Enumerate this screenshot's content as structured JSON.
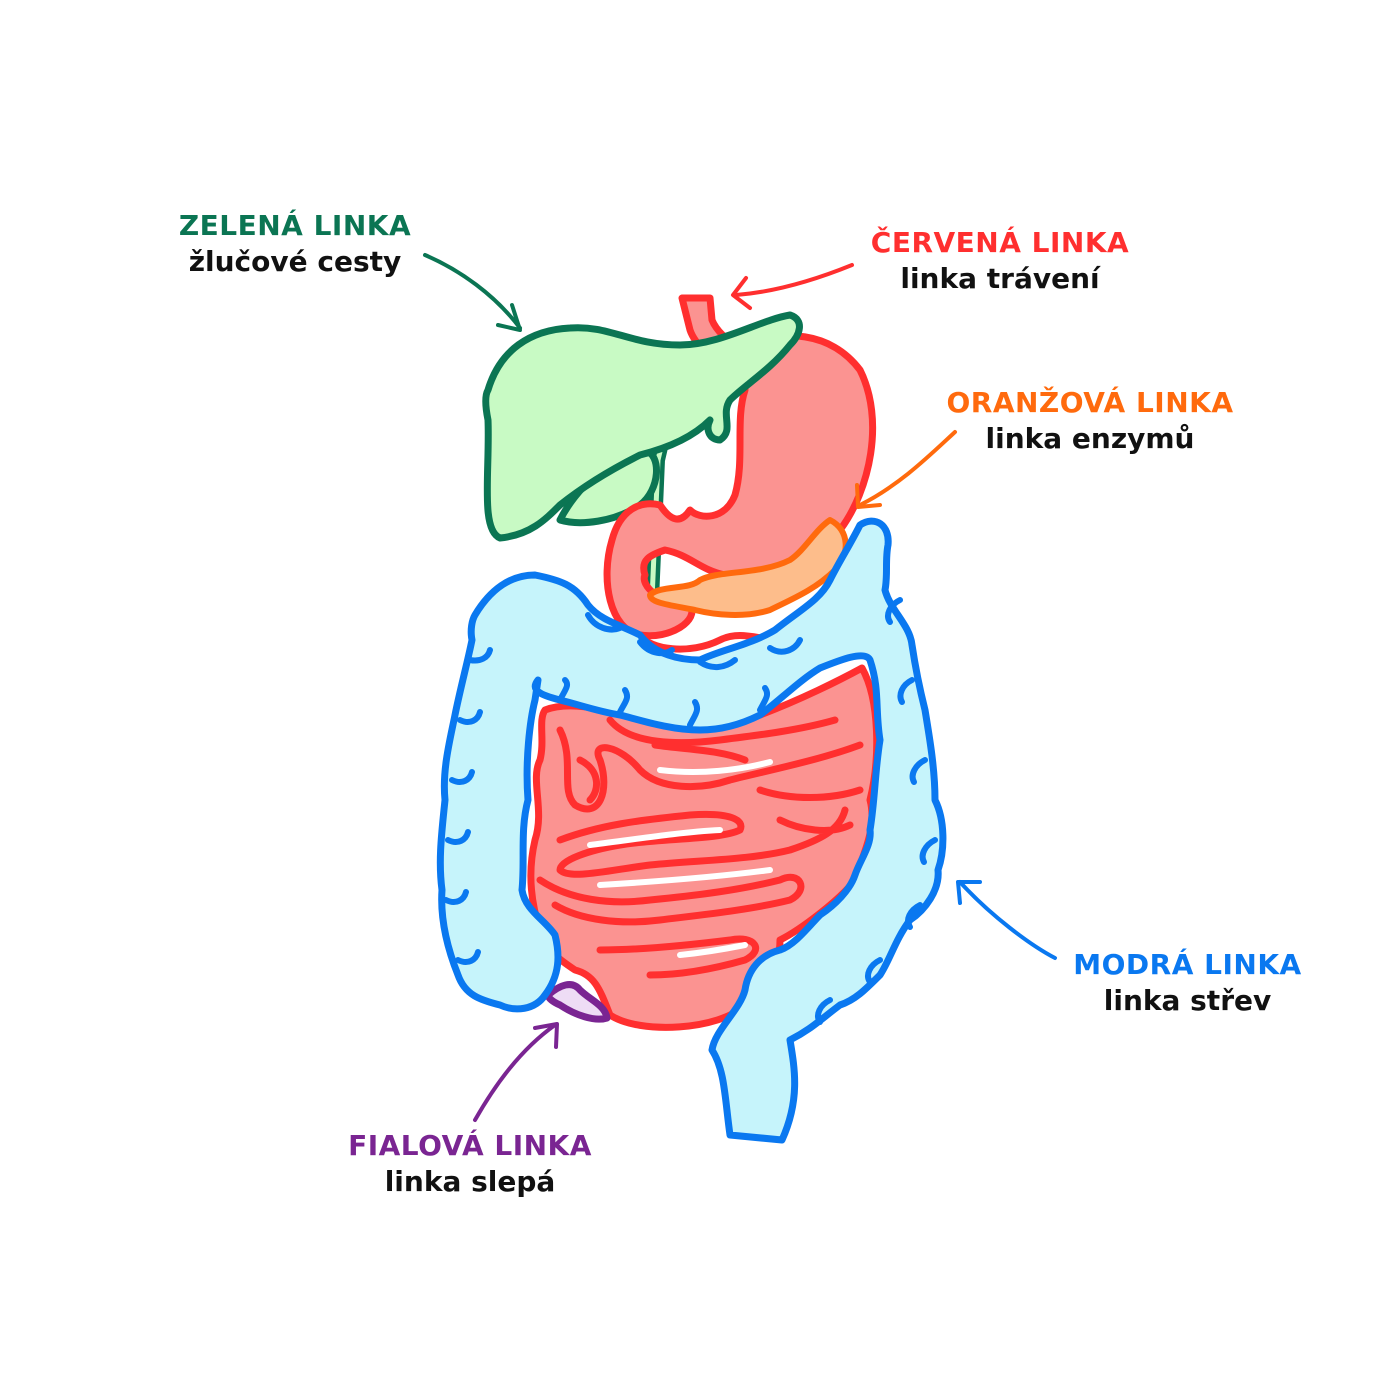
{
  "colors": {
    "green": "#0b7553",
    "green_fill": "#c8fac4",
    "red": "#ff2f2f",
    "red_fill": "#fb9391",
    "orange": "#ff6a0d",
    "orange_fill": "#fdbd8b",
    "blue": "#0a78f0",
    "blue_fill": "#c6f4fb",
    "purple": "#7a2592",
    "purple_fill": "#eedcf5"
  },
  "labels": {
    "green": {
      "title": "ZELENÁ LINKA",
      "subtitle": "žlučové cesty"
    },
    "red": {
      "title": "ČERVENÁ LINKA",
      "subtitle": "linka trávení"
    },
    "orange": {
      "title": "ORANŽOVÁ LINKA",
      "subtitle": "linka enzymů"
    },
    "blue": {
      "title": "MODRÁ LINKA",
      "subtitle": "linka střev"
    },
    "purple": {
      "title": "FIALOVÁ LINKA",
      "subtitle": "linka slepá"
    }
  }
}
